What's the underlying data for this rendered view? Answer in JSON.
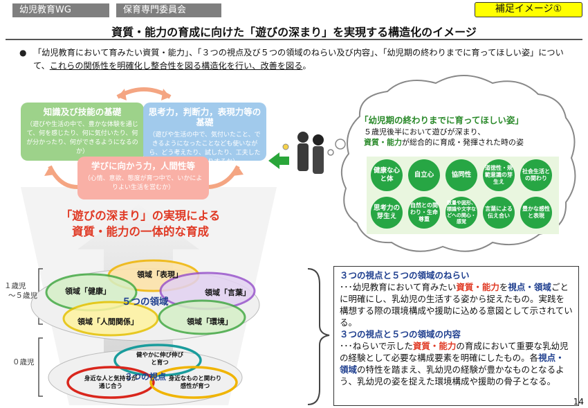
{
  "header": {
    "tag_wg": "幼児教育WG",
    "tag_committee": "保育専門委員会",
    "tag_image": "補足イメージ①",
    "title": "資質・能力の育成に向けた「遊びの深まり」を実現する構造化のイメージ"
  },
  "bullet": {
    "marker": "●",
    "text_before": "「幼児教育において育みたい資質・能力」、「３つの視点及び５つの領域のねらい及び内容」、「幼児期の終わりまでに育ってほしい姿」について、",
    "text_underlined": "これらの関係性を明確化し整合性を図る構造化を行い、改善を図る",
    "text_after": "。"
  },
  "competencies": {
    "knowledge_title": "知識及び技能の基礎",
    "knowledge_desc": "（遊びや生活の中で、豊かな体験を通じて、何を感じたり、何に気付いたり、何が分かったり、何ができるようになるのか）",
    "thinking_title": "思考力，判断力，表現力等の基礎",
    "thinking_desc": "（遊びや生活の中で、気付いたこと、できるようになったことなども使いながら、どう考えたり、試したり、工夫したり、表現したりするか）",
    "attitude_title": "学びに向かう力，人間性等",
    "attitude_desc": "（心情、意欲、態度が育つ中で、いかによりよい生活を営むか）"
  },
  "center_message": {
    "line1": "「遊びの深まり」の実現による",
    "line2": "資質・能力の一体的な育成"
  },
  "age_labels": {
    "upper_line1": "１歳児",
    "upper_line2": "～５歳児",
    "lower": "０歳児"
  },
  "domains": {
    "center": "５つの領域",
    "expression": "領域「表現」",
    "health": "領域「健康」",
    "language": "領域「言葉」",
    "relationships": "領域「人間関係」",
    "environment": "領域「環境」"
  },
  "viewpoints": {
    "center": "３つの視点",
    "top": "健やかに伸び伸びと育つ",
    "left": "身近な人と気持ちが通じ合う",
    "right": "身近なものと関わり感性が育つ"
  },
  "cloud": {
    "title": "「幼児期の終わりまでに育ってほしい姿」",
    "sub1": "５歳児後半において遊びが深まり、",
    "sub2_em": "資質・能力",
    "sub2_rest": "が総合的に育成・発揮された時の姿",
    "items": [
      "健康な心と体",
      "自立心",
      "協同性",
      "道徳性・規範意識の芽生え",
      "社会生活との関わり",
      "思考力の芽生え",
      "自然との関わり・生命尊重",
      "数量や図形、標識や文字などへの関心・感覚",
      "言葉による伝え合い",
      "豊かな感性と表現"
    ]
  },
  "panel": {
    "h1": "３つの視点と５つの領域のねらい",
    "p1_a": "･･･幼児教育において育みたい",
    "p1_b": "資質・能力",
    "p1_c": "を",
    "p1_d": "視点・領域",
    "p1_e": "ごとに明確にし、乳幼児の生活する姿から捉えたもの。実践を構想する際の環境構成や援助に込める意図として示されている。",
    "h2": "３つの視点と５つの領域の内容",
    "p2_a": "･･･ねらいで示した",
    "p2_b": "資質・能力",
    "p2_c": "の育成において重要な乳幼児の経験として必要な構成要素を明確にしたもの。各",
    "p2_d": "視点・領域",
    "p2_e": "の特性を踏まえ、乳幼児の経験が豊かなものとなるよう、乳幼児の姿を捉えた環境構成や援助の骨子となる。"
  },
  "page_number": "14",
  "colors": {
    "green": "#27a644",
    "knowledge": "#9dd28a",
    "thinking": "#9dc8ec",
    "attitude": "#f9b0a6",
    "accent_red": "#e03a25",
    "navy": "#1f3f8f"
  }
}
